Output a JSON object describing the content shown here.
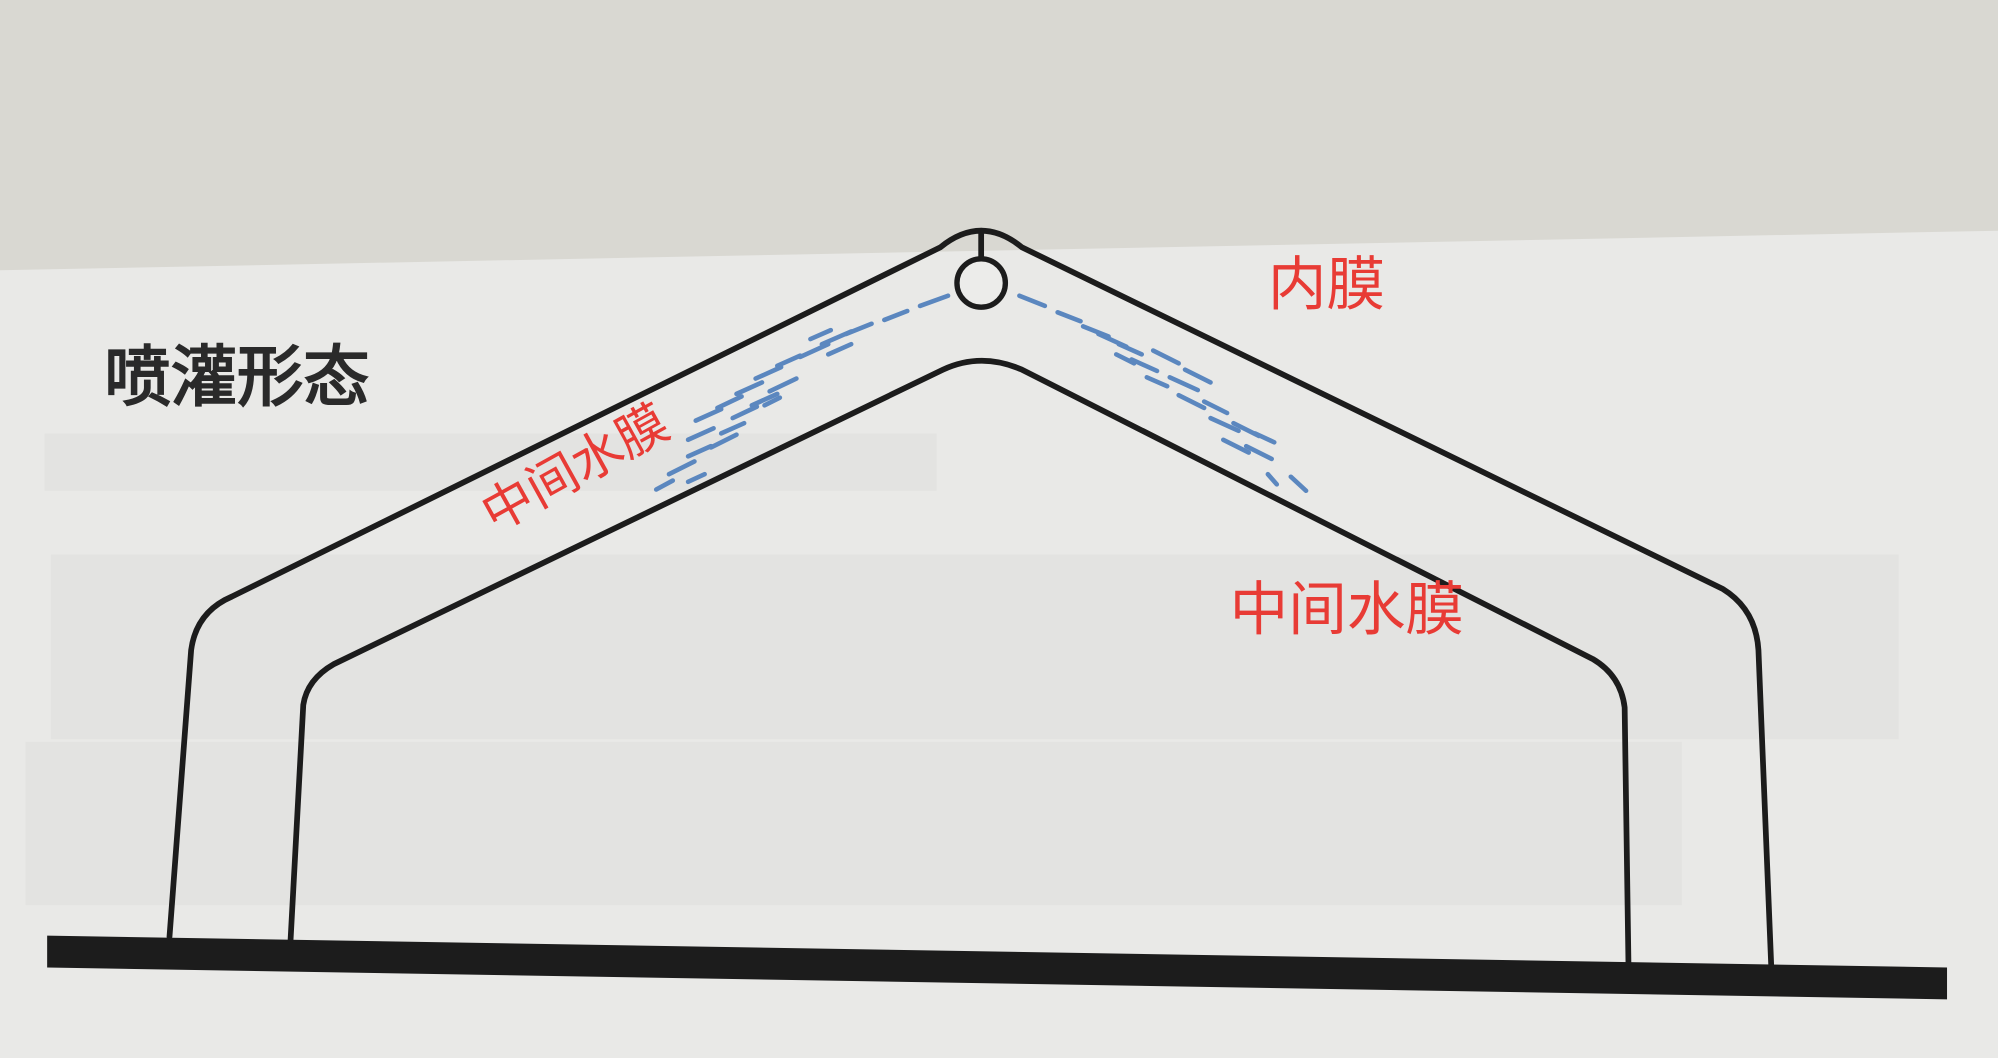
{
  "title": "喷灌形态",
  "labels": {
    "inner_film": "内膜",
    "middle_water_film_left": "中间水膜",
    "middle_water_film_right": "中间水膜"
  },
  "colors": {
    "label_red": "#e83b35",
    "spray_blue": "#5b87bf",
    "frame_black": "#1c1c1c"
  }
}
